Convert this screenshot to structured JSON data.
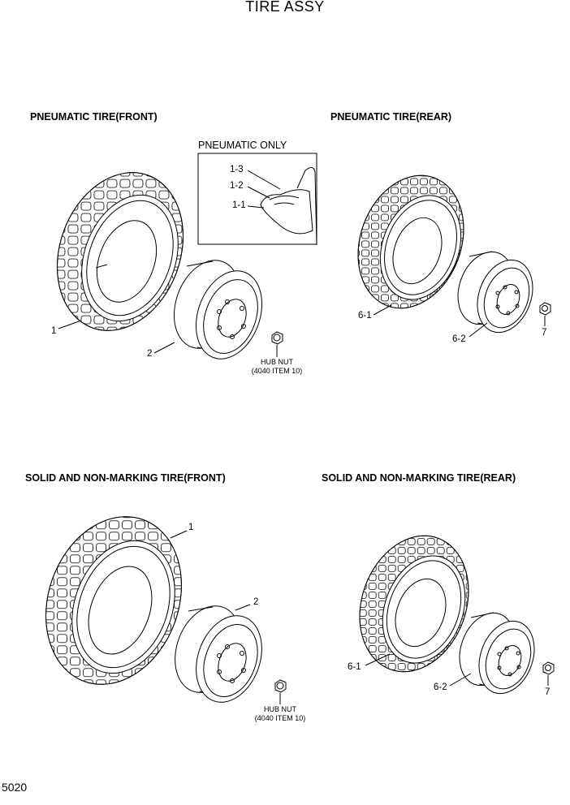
{
  "title": "TIRE ASSY",
  "page_number": "5020",
  "sections": {
    "pneumatic_front": "PNEUMATIC TIRE(FRONT)",
    "pneumatic_rear": "PNEUMATIC TIRE(REAR)",
    "solid_front": "SOLID AND NON-MARKING TIRE(FRONT)",
    "solid_rear": "SOLID AND NON-MARKING TIRE(REAR)"
  },
  "pneumatic_only": {
    "label": "PNEUMATIC ONLY",
    "callouts": [
      "1-3",
      "1-2",
      "1-1"
    ]
  },
  "callouts": {
    "pf_tire": "1",
    "pf_rim": "2",
    "pr_tire": "6-1",
    "pr_rim": "6-2",
    "pr_nut": "7",
    "sf_tire": "1",
    "sf_rim": "2",
    "sr_tire": "6-1",
    "sr_rim": "6-2",
    "sr_nut": "7"
  },
  "hub_nut_note": {
    "line1": "HUB NUT",
    "line2": "(4040 ITEM 10)"
  }
}
